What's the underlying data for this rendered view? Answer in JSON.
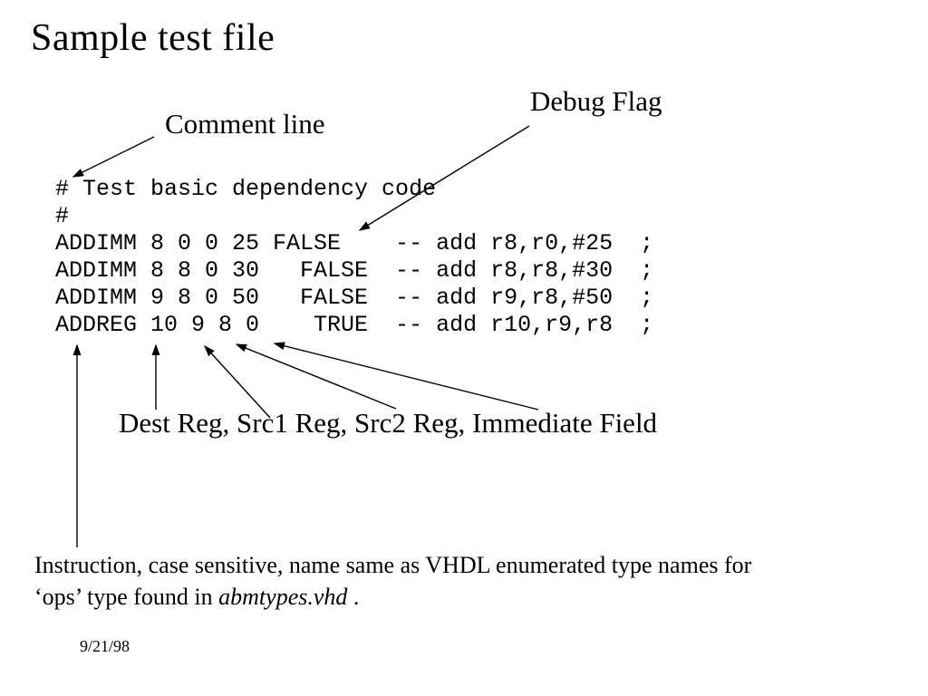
{
  "slide": {
    "title": "Sample test file",
    "labels": {
      "comment_line": "Comment line",
      "debug_flag": "Debug Flag",
      "fields": "Dest Reg, Src1 Reg, Src2 Reg, Immediate Field"
    },
    "code": {
      "lines": [
        "# Test basic dependency code",
        "#",
        "ADDIMM 8 0 0 25 FALSE    -- add r8,r0,#25  ;",
        "ADDIMM 8 8 0 30   FALSE  -- add r8,r8,#30  ;",
        "ADDIMM 9 8 0 50   FALSE  -- add r9,r8,#50  ;",
        "ADDREG 10 9 8 0    TRUE  -- add r10,r9,r8  ;"
      ]
    },
    "note": {
      "line1": "Instruction, case sensitive, name same as VHDL enumerated type names for",
      "line2_prefix": "‘ops’ type found in ",
      "line2_italic": "abmtypes.vhd",
      "line2_suffix": " ."
    },
    "date": "9/21/98",
    "colors": {
      "text": "#000000",
      "background": "#ffffff"
    }
  }
}
